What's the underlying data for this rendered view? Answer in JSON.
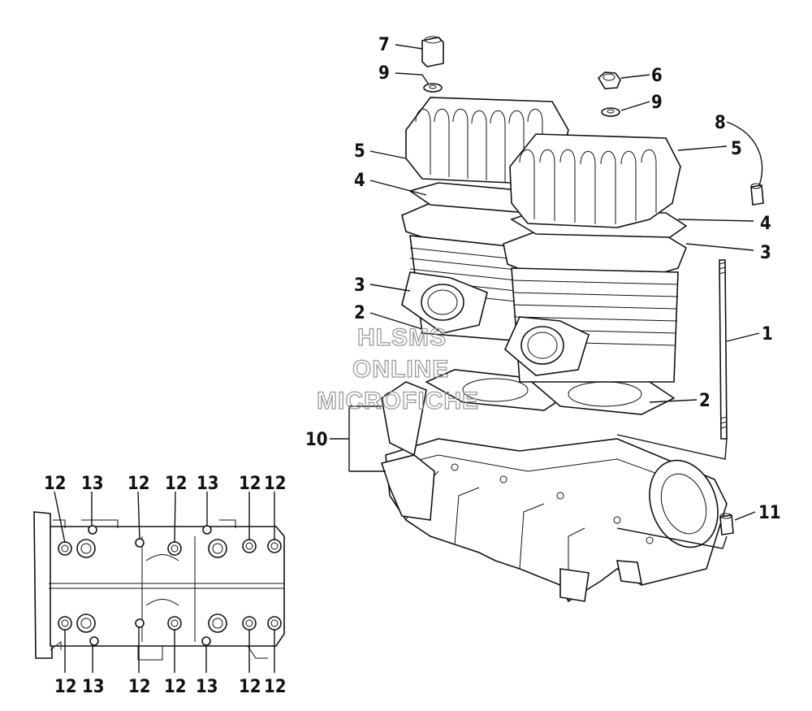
{
  "callouts": {
    "c1": "1",
    "c2a": "2",
    "c2b": "2",
    "c3a": "3",
    "c3b": "3",
    "c4a": "4",
    "c4b": "4",
    "c5a": "5",
    "c5b": "5",
    "c6": "6",
    "c7": "7",
    "c8": "8",
    "c9a": "9",
    "c9b": "9",
    "c10": "10",
    "c11": "11"
  },
  "inset_callouts": {
    "top": [
      "12",
      "13",
      "12",
      "12",
      "13",
      "12",
      "12"
    ],
    "bottom": [
      "12",
      "13",
      "12",
      "12",
      "13",
      "12",
      "12"
    ]
  },
  "watermark": {
    "line1": "HLSMS",
    "line2": "ONLINE",
    "line3": "MICROFICHE"
  }
}
